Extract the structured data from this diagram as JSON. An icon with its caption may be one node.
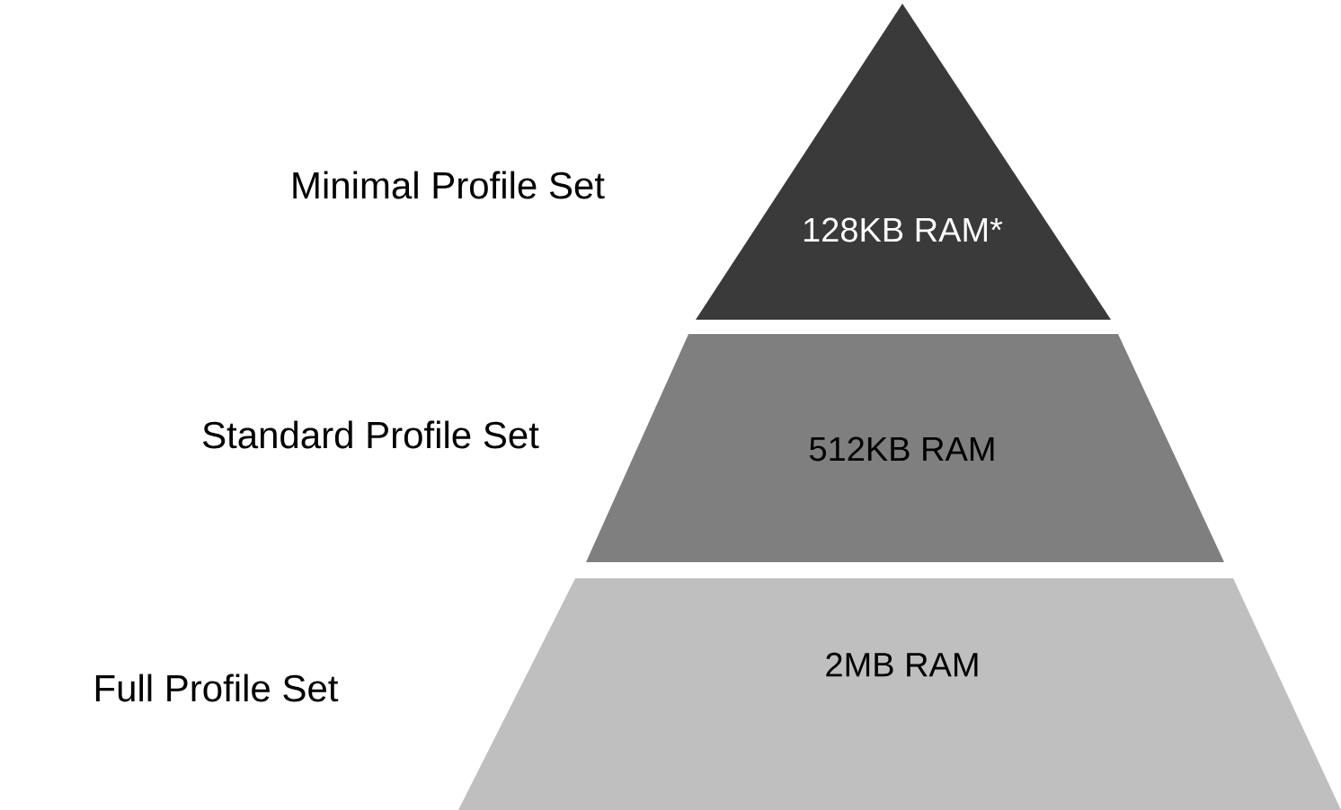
{
  "diagram": {
    "nodes": [
      {
        "text": [
          "128KB RAM*"
        ],
        "beside": [
          "Minimal Profile Set"
        ]
      },
      {
        "text": [
          "512KB RAM"
        ],
        "beside": [
          "Standard Profile Set"
        ]
      },
      {
        "text": [
          "2MB RAM"
        ],
        "beside": [
          "Full Profile Set"
        ]
      }
    ]
  }
}
